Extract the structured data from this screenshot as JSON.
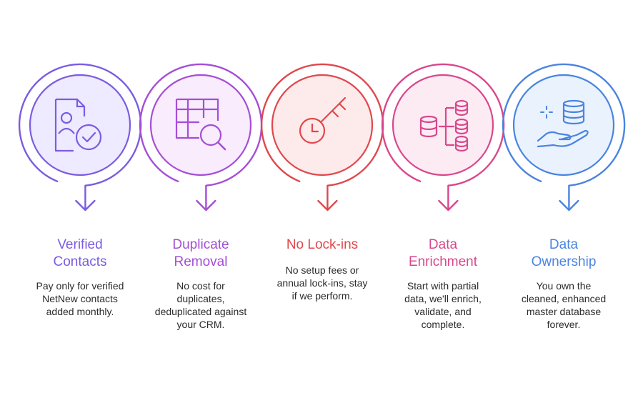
{
  "steps": [
    {
      "title": [
        "Verified",
        "Contacts"
      ],
      "description": [
        "Pay only for verified",
        "NetNew contacts",
        "added monthly."
      ],
      "icon": "verified-contact-icon",
      "color": "#7b5ce0",
      "fill": "#eeeaff"
    },
    {
      "title": [
        "Duplicate",
        "Removal"
      ],
      "description": [
        "No cost for",
        "duplicates,",
        "deduplicated against",
        "your CRM."
      ],
      "icon": "table-search-icon",
      "color": "#a54ed6",
      "fill": "#f8ecfd"
    },
    {
      "title": [
        "No Lock-ins"
      ],
      "description": [
        "No setup fees or",
        "annual lock-ins, stay",
        "if we perform."
      ],
      "icon": "clock-key-icon",
      "color": "#e0484d",
      "fill": "#fdeaea"
    },
    {
      "title": [
        "Data",
        "Enrichment"
      ],
      "description": [
        "Start with partial",
        "data, we'll enrich,",
        "validate, and",
        "complete."
      ],
      "icon": "database-branch-icon",
      "color": "#d9478c",
      "fill": "#fcebf3"
    },
    {
      "title": [
        "Data",
        "Ownership"
      ],
      "description": [
        "You own the",
        "cleaned, enhanced",
        "master database",
        "forever."
      ],
      "icon": "database-hand-icon",
      "color": "#4a84e0",
      "fill": "#eaf2fd"
    }
  ]
}
